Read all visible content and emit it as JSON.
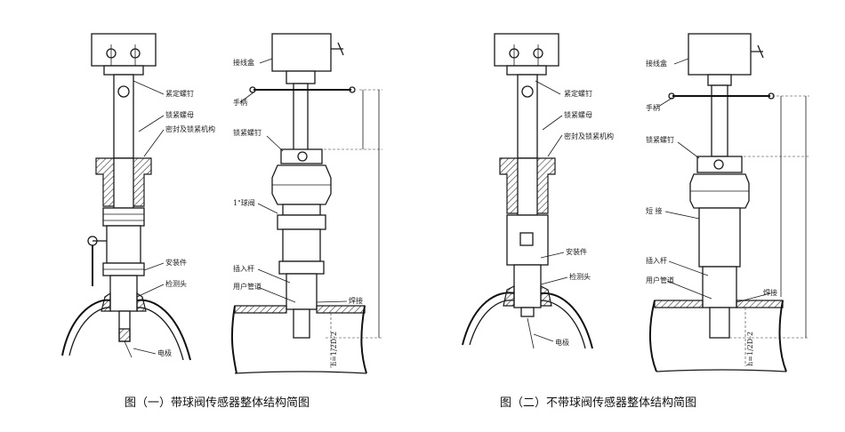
{
  "figures": [
    {
      "caption": "图（一）带球阀传感器整体结构简图",
      "labels": {
        "fix_screw": "紧定螺钉",
        "lock_nut": "锁紧螺母",
        "seal_lock": "密封及锁紧机构",
        "mount": "安装件",
        "probe_head": "检测头",
        "electrode": "电极",
        "junction_box": "接线盒",
        "handle": "手柄",
        "lock_nut2": "锁紧螺钉",
        "ball_valve": "1\"球阀",
        "insert_rod": "插入杆",
        "pipe_wall": "用户管道",
        "weld": "焊接",
        "dim_h": "h=1/2D-2"
      }
    },
    {
      "caption": "图（二）不带球阀传感器整体结构简图",
      "labels": {
        "fix_screw": "紧定螺钉",
        "lock_nut": "锁紧螺母",
        "seal_lock": "密封及锁紧机构",
        "mount": "安装件",
        "probe_head": "检测头",
        "electrode": "电极",
        "junction_box": "接线盒",
        "handle": "手柄",
        "lock_nut2": "锁紧螺钉",
        "short_pipe": "短 接",
        "insert_rod": "插入杆",
        "pipe_wall": "用户管道",
        "weld": "焊接",
        "dim_h": "h=1/2D-2"
      }
    }
  ]
}
